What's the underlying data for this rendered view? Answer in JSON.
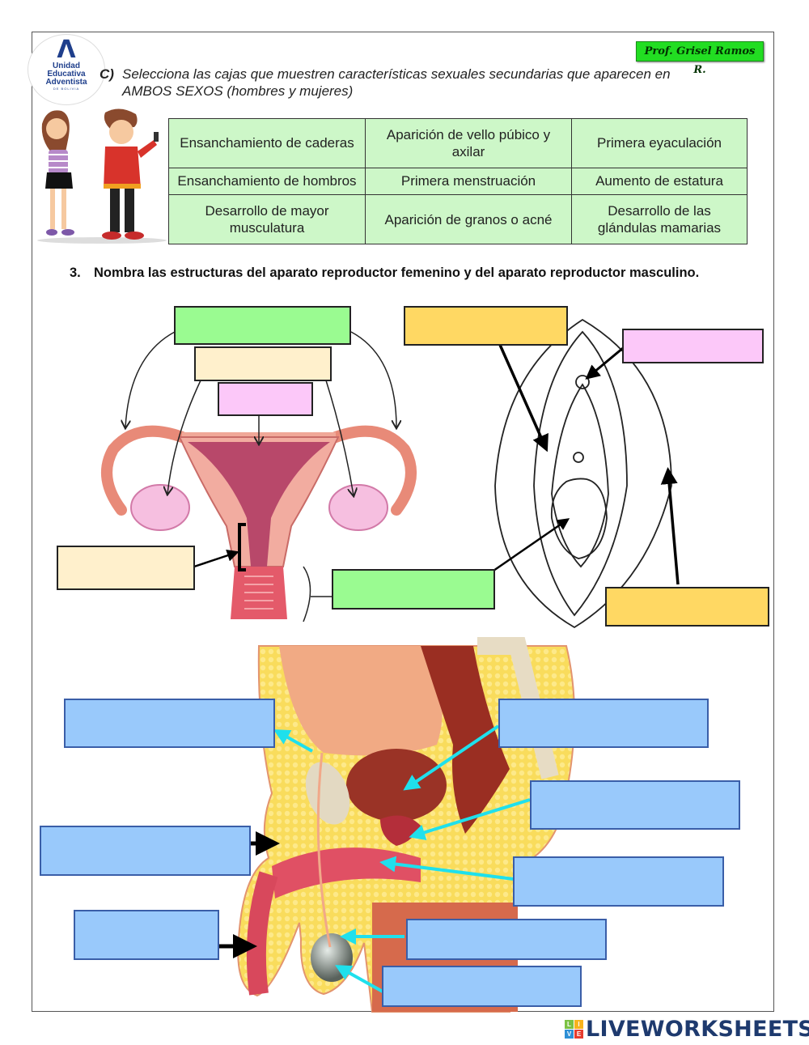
{
  "header": {
    "school_logo": {
      "icon": "adventist-a-logo",
      "line1": "Unidad",
      "line2": "Educativa",
      "line3": "Adventista",
      "line4": "DE BOLIVIA"
    },
    "teacher_badge": "Prof. Grisel Ramos R."
  },
  "question_c": {
    "label": "C)",
    "text": "Selecciona las cajas que muestren características sexuales secundarias que aparecen en AMBOS SEXOS (hombres y mujeres)",
    "illustration": "cartoon-girl-and-boy-teens"
  },
  "characteristics_table": {
    "rows": [
      [
        "Ensanchamiento de caderas",
        "Aparición de vello púbico y axilar",
        "Primera eyaculación"
      ],
      [
        "Ensanchamiento de hombros",
        "Primera menstruación",
        "Aumento de estatura"
      ],
      [
        "Desarrollo de mayor musculatura",
        "Aparición de granos o acné",
        "Desarrollo de las glándulas mamarias"
      ]
    ],
    "cell_color": "#cdf7c8"
  },
  "question_3": {
    "number": "3.",
    "text": "Nombra las estructuras del aparato reproductor femenino y del aparato reproductor masculino."
  },
  "female_internal_diagram": {
    "answer_boxes": [
      {
        "id": "fallopian-tubes",
        "color": "#9afb91",
        "value": ""
      },
      {
        "id": "ovaries",
        "color": "#fff0cc",
        "value": ""
      },
      {
        "id": "uterus",
        "color": "#fcc8f9",
        "value": ""
      },
      {
        "id": "cervix",
        "color": "#fff0cc",
        "value": ""
      },
      {
        "id": "vagina",
        "color": "#9afb91",
        "value": ""
      }
    ]
  },
  "female_external_diagram": {
    "answer_boxes": [
      {
        "id": "labia-minora",
        "color": "#ffd863",
        "value": ""
      },
      {
        "id": "clitoris",
        "color": "#fcc8f9",
        "value": ""
      },
      {
        "id": "labia-majora",
        "color": "#ffd863",
        "value": ""
      }
    ]
  },
  "male_diagram": {
    "answer_boxes": [
      {
        "id": "vas-deferens",
        "color": "#99c9fb",
        "value": ""
      },
      {
        "id": "seminal-vesicle",
        "color": "#99c9fb",
        "value": ""
      },
      {
        "id": "prostate",
        "color": "#99c9fb",
        "value": ""
      },
      {
        "id": "penis",
        "color": "#99c9fb",
        "value": ""
      },
      {
        "id": "urethra",
        "color": "#99c9fb",
        "value": ""
      },
      {
        "id": "glans",
        "color": "#99c9fb",
        "value": ""
      },
      {
        "id": "epididymis",
        "color": "#99c9fb",
        "value": ""
      },
      {
        "id": "testicle",
        "color": "#99c9fb",
        "value": ""
      }
    ],
    "arrow_color": "#1fe0ec"
  },
  "footer": {
    "brand_tiles": [
      "L",
      "I",
      "V",
      "E"
    ],
    "brand_text": "LIVEWORKSHEETS"
  }
}
